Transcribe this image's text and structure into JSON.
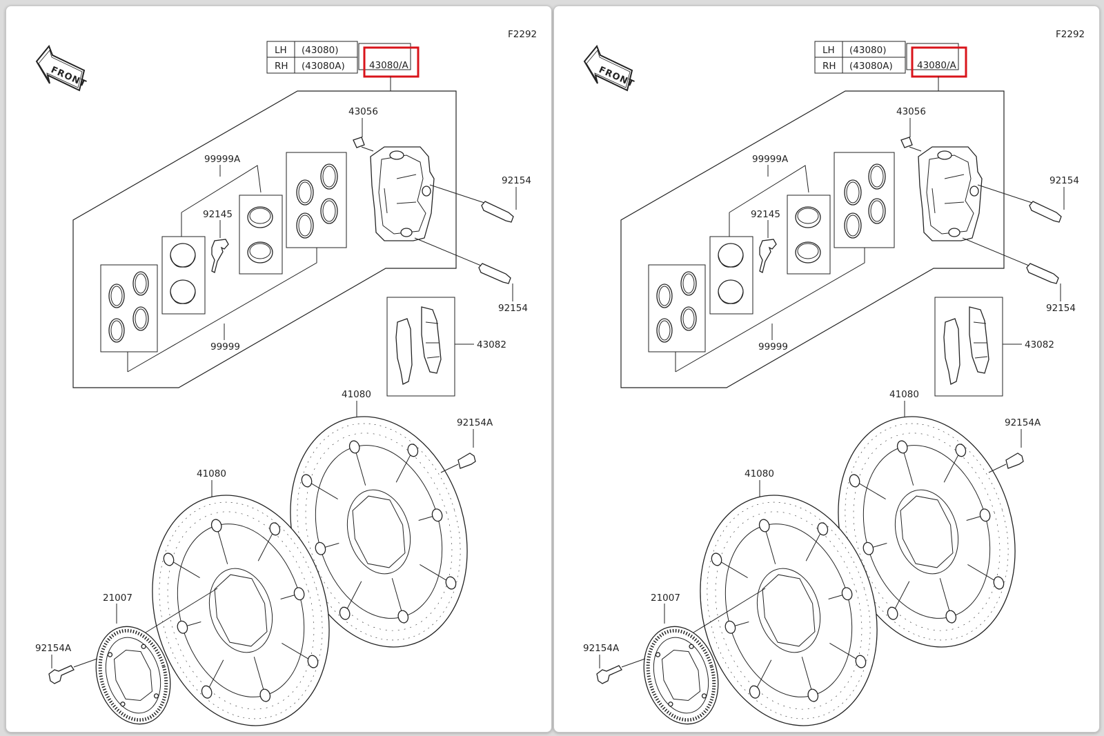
{
  "highlight_color": "#d9141b",
  "panels": [
    {
      "figure_code": "F2292",
      "front_label": "FRONT",
      "caliper_table": {
        "rows": [
          {
            "side": "LH",
            "part": "(43080)"
          },
          {
            "side": "RH",
            "part": "(43080A)"
          }
        ]
      },
      "highlighted_part": "43080/A",
      "labels": {
        "bleeder": "43056",
        "seal_kit_a": "99999A",
        "pad_spring": "92145",
        "caliper_bolt_upper": "92154",
        "caliper_bolt_lower": "92154",
        "seal_kit": "99999",
        "brake_pads": "43082",
        "disc_right": "41080",
        "disc_left": "41080",
        "disc_bolt_right": "92154A",
        "disc_bolt_left": "92154A",
        "abs_rotor": "21007"
      }
    },
    {
      "figure_code": "F2292",
      "front_label": "FRONT",
      "caliper_table": {
        "rows": [
          {
            "side": "LH",
            "part": "(43080)"
          },
          {
            "side": "RH",
            "part": "(43080A)"
          }
        ]
      },
      "highlighted_part": "43080/A",
      "labels": {
        "bleeder": "43056",
        "seal_kit_a": "99999A",
        "pad_spring": "92145",
        "caliper_bolt_upper": "92154",
        "caliper_bolt_lower": "92154",
        "seal_kit": "99999",
        "brake_pads": "43082",
        "disc_right": "41080",
        "disc_left": "41080",
        "disc_bolt_right": "92154A",
        "disc_bolt_left": "92154A",
        "abs_rotor": "21007"
      }
    }
  ]
}
